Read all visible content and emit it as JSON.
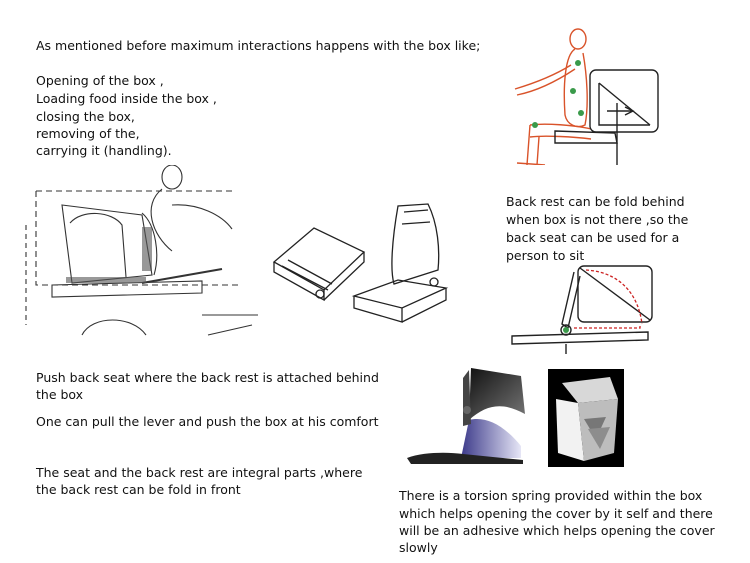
{
  "intro": {
    "heading": "As mentioned before maximum  interactions happens with the box like;",
    "items": [
      "Opening of the box ,",
      "Loading food inside the box ,",
      "closing the box,",
      "removing of the,",
      "carrying it (handling)."
    ]
  },
  "backrest_note": {
    "lines": [
      "Back rest can be fold behind",
      "when box is not there ,so the",
      "back seat can be used for a",
      "person to sit"
    ]
  },
  "push_note": {
    "lines": [
      "Push back seat where the back rest is attached behind",
      "the box"
    ]
  },
  "lever_note": {
    "text": "One can pull the lever and push the box at his comfort"
  },
  "integral_note": {
    "lines": [
      "The seat and the back rest are integral parts ,where",
      "the back rest can be fold in front"
    ]
  },
  "torsion_note": {
    "lines": [
      "There is a torsion spring provided within the box",
      "which helps opening the cover by it self and there",
      "will be an adhesive which helps opening the cover",
      "slowly"
    ]
  },
  "colors": {
    "figure_orange": "#d9532a",
    "joint_green": "#3a9a4a",
    "fold_red": "#cc2222",
    "box_blue": "#8e8bd6",
    "render_black": "#000000"
  }
}
